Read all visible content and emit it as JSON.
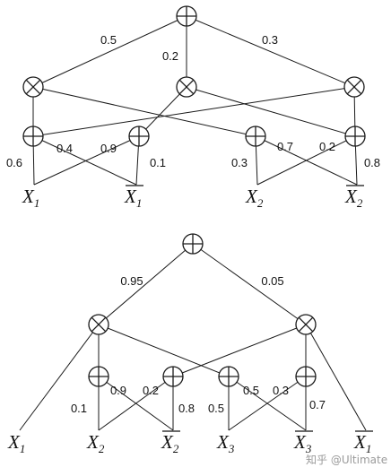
{
  "watermark": "知乎 @Ultimate",
  "circuits": [
    {
      "id": "top",
      "nodes": [
        {
          "id": "r",
          "type": "plus"
        },
        {
          "id": "p1",
          "type": "times"
        },
        {
          "id": "p2",
          "type": "times"
        },
        {
          "id": "p3",
          "type": "times"
        },
        {
          "id": "s1",
          "type": "plus"
        },
        {
          "id": "s2",
          "type": "plus"
        },
        {
          "id": "s3",
          "type": "plus"
        },
        {
          "id": "s4",
          "type": "plus"
        }
      ],
      "variables": [
        {
          "id": "x1",
          "base": "X",
          "sub": "1",
          "negated": false
        },
        {
          "id": "nx1",
          "base": "X",
          "sub": "1",
          "negated": true
        },
        {
          "id": "x2",
          "base": "X",
          "sub": "2",
          "negated": false
        },
        {
          "id": "nx2",
          "base": "X",
          "sub": "2",
          "negated": true
        }
      ],
      "edges": [
        {
          "from": "r",
          "to": "p1",
          "weight": "0.5"
        },
        {
          "from": "r",
          "to": "p2",
          "weight": "0.2"
        },
        {
          "from": "r",
          "to": "p3",
          "weight": "0.3"
        },
        {
          "from": "p1",
          "to": "s1",
          "weight": ""
        },
        {
          "from": "p1",
          "to": "s3",
          "weight": ""
        },
        {
          "from": "p2",
          "to": "s2",
          "weight": ""
        },
        {
          "from": "p2",
          "to": "s4",
          "weight": ""
        },
        {
          "from": "p3",
          "to": "s1",
          "weight": ""
        },
        {
          "from": "p3",
          "to": "s4",
          "weight": ""
        },
        {
          "from": "s1",
          "to": "x1",
          "weight": "0.6"
        },
        {
          "from": "s1",
          "to": "nx1",
          "weight": "0.4"
        },
        {
          "from": "s2",
          "to": "x1",
          "weight": "0.9"
        },
        {
          "from": "s2",
          "to": "nx1",
          "weight": "0.1"
        },
        {
          "from": "s3",
          "to": "x2",
          "weight": "0.3"
        },
        {
          "from": "s3",
          "to": "nx2",
          "weight": "0.7"
        },
        {
          "from": "s4",
          "to": "x2",
          "weight": "0.2"
        },
        {
          "from": "s4",
          "to": "nx2",
          "weight": "0.8"
        }
      ]
    },
    {
      "id": "bottom",
      "nodes": [
        {
          "id": "r",
          "type": "plus"
        },
        {
          "id": "p1",
          "type": "times"
        },
        {
          "id": "p2",
          "type": "times"
        },
        {
          "id": "s1",
          "type": "plus"
        },
        {
          "id": "s2",
          "type": "plus"
        },
        {
          "id": "s3",
          "type": "plus"
        },
        {
          "id": "s4",
          "type": "plus"
        }
      ],
      "variables": [
        {
          "id": "x1",
          "base": "X",
          "sub": "1",
          "negated": false
        },
        {
          "id": "x2",
          "base": "X",
          "sub": "2",
          "negated": false
        },
        {
          "id": "nx2",
          "base": "X",
          "sub": "2",
          "negated": true
        },
        {
          "id": "x3",
          "base": "X",
          "sub": "3",
          "negated": false
        },
        {
          "id": "nx3",
          "base": "X",
          "sub": "3",
          "negated": true
        },
        {
          "id": "nx1",
          "base": "X",
          "sub": "1",
          "negated": true
        }
      ],
      "edges": [
        {
          "from": "r",
          "to": "p1",
          "weight": "0.95"
        },
        {
          "from": "r",
          "to": "p2",
          "weight": "0.05"
        },
        {
          "from": "p1",
          "to": "x1",
          "weight": ""
        },
        {
          "from": "p1",
          "to": "s1",
          "weight": ""
        },
        {
          "from": "p1",
          "to": "s3",
          "weight": ""
        },
        {
          "from": "p2",
          "to": "s2",
          "weight": ""
        },
        {
          "from": "p2",
          "to": "s4",
          "weight": ""
        },
        {
          "from": "p2",
          "to": "nx1",
          "weight": ""
        },
        {
          "from": "s1",
          "to": "x2",
          "weight": "0.1"
        },
        {
          "from": "s1",
          "to": "nx2",
          "weight": "0.9"
        },
        {
          "from": "s2",
          "to": "x2",
          "weight": "0.2"
        },
        {
          "from": "s2",
          "to": "nx2",
          "weight": "0.8"
        },
        {
          "from": "s3",
          "to": "x3",
          "weight": "0.5"
        },
        {
          "from": "s3",
          "to": "nx3",
          "weight": "0.5"
        },
        {
          "from": "s4",
          "to": "x3",
          "weight": "0.3"
        },
        {
          "from": "s4",
          "to": "nx3",
          "weight": "0.7"
        }
      ]
    }
  ]
}
